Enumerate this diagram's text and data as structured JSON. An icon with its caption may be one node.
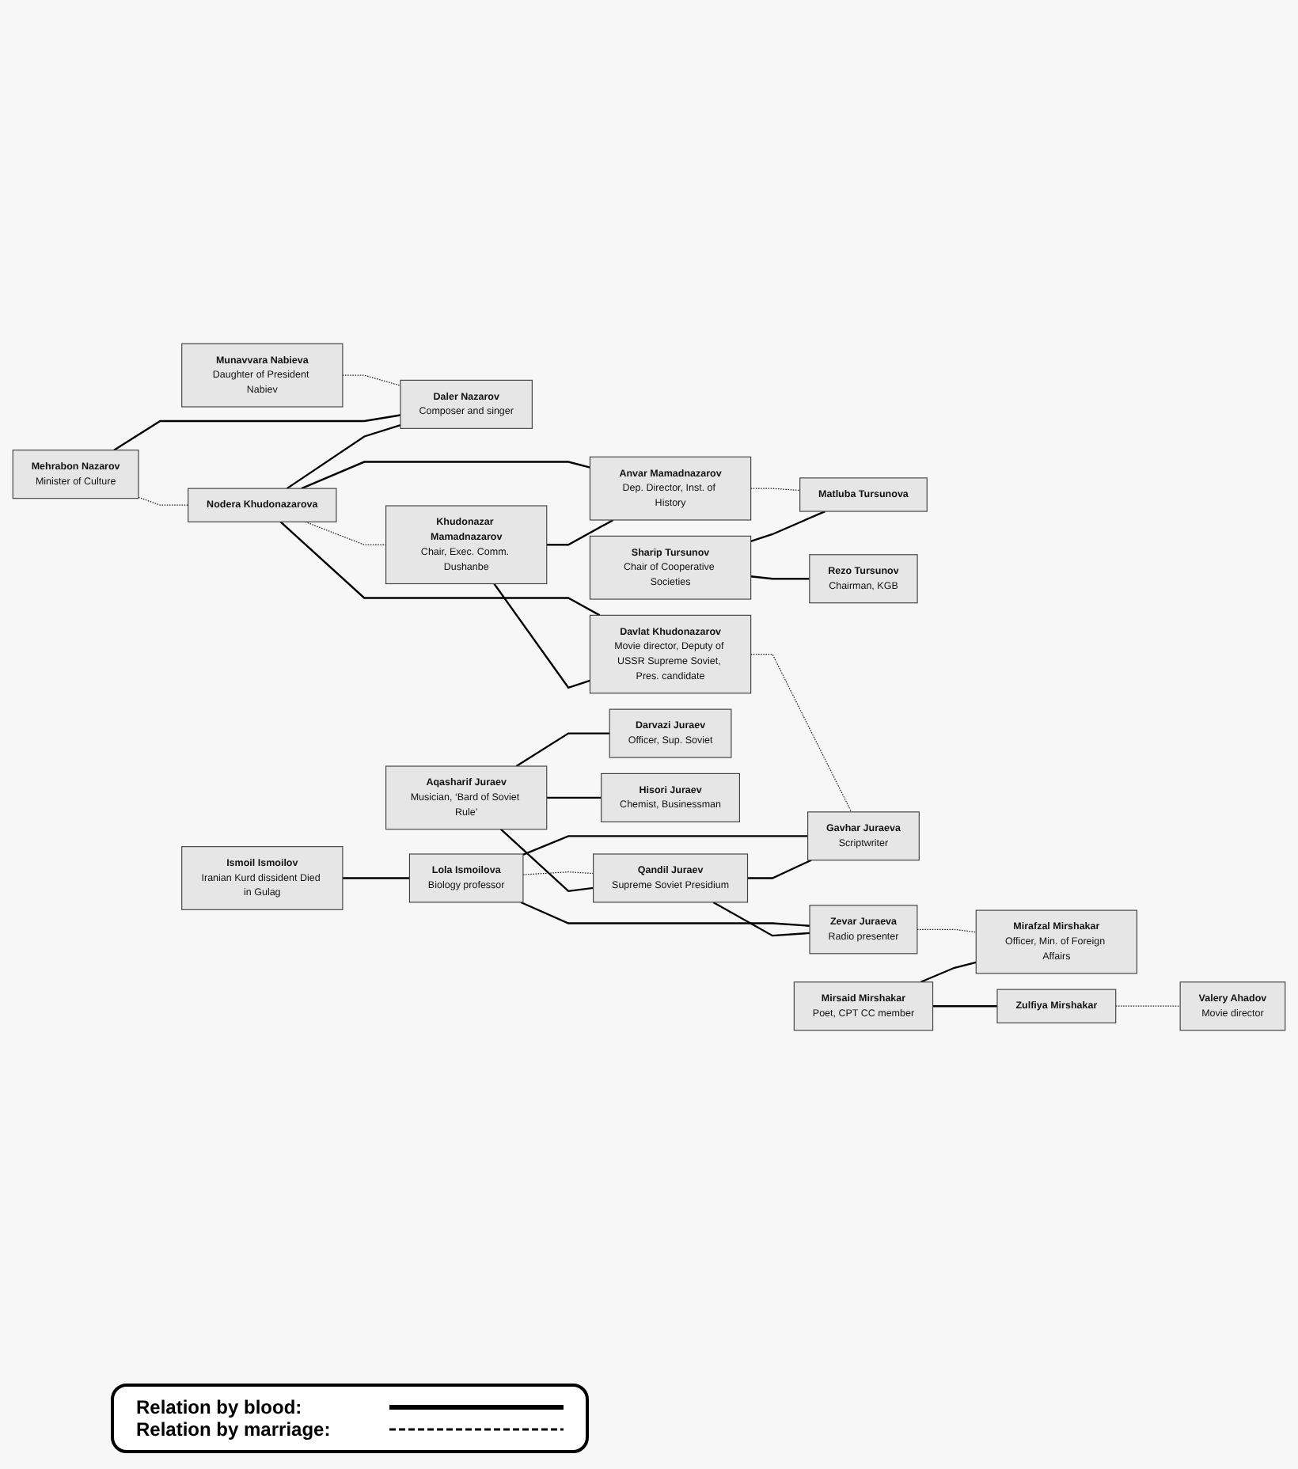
{
  "diagram": {
    "nodes": [
      {
        "text": [
          "Munavvara Nabieva",
          "Daughter of President Nabiev"
        ]
      },
      {
        "text": [
          "Mehrabon Nazarov",
          "Minister of Culture"
        ]
      },
      {
        "text": [
          "Daler Nazarov",
          "Composer and singer"
        ]
      },
      {
        "text": [
          "Nodera Khudonazarova"
        ]
      },
      {
        "text": [
          "Davlat Khudonazarov",
          "Movie director, Deputy of USSR Supreme Soviet, Pres. candidate"
        ]
      },
      {
        "text": [
          "Khudonazar Mamadnazarov",
          "Chair, Exec. Comm. Dushanbe"
        ]
      },
      {
        "text": [
          "Anvar Mamadnazarov",
          "Dep. Director, Inst. of History"
        ]
      },
      {
        "text": [
          "Sharip Tursunov",
          "Chair of Cooperative Societies"
        ]
      },
      {
        "text": [
          "Matluba Tursunova"
        ]
      },
      {
        "text": [
          "Rezo Tursunov",
          "Chairman, KGB"
        ]
      },
      {
        "text": [
          "Ismoil Ismoilov",
          "Iranian Kurd dissident Died in Gulag"
        ]
      },
      {
        "text": [
          "Lola Ismoilova",
          "Biology professor"
        ]
      },
      {
        "text": [
          "Gavhar Juraeva",
          "Scriptwriter"
        ]
      },
      {
        "text": [
          "Qandil Juraev",
          "Supreme Soviet Presidium"
        ]
      },
      {
        "text": [
          "Zevar Juraeva",
          "Radio presenter"
        ]
      },
      {
        "text": [
          "Aqasharif Juraev",
          "Musician, ‘Bard of Soviet Rule’"
        ]
      },
      {
        "text": [
          "Darvazi Juraev",
          "Officer, Sup. Soviet"
        ]
      },
      {
        "text": [
          "Hisori Juraev",
          "Chemist, Businessman"
        ]
      },
      {
        "text": [
          "Mirafzal Mirshakar",
          "Officer, Min. of Foreign Affairs"
        ]
      },
      {
        "text": [
          "Mirsaid Mirshakar",
          "Poet, CPT CC member"
        ]
      },
      {
        "text": [
          "Zulfiya Mirshakar"
        ]
      },
      {
        "text": [
          "Valery Ahadov",
          "Movie director"
        ]
      }
    ],
    "edges": [
      {
        "from": 0,
        "to": 2,
        "arrow": "none",
        "style": "dashed"
      },
      {
        "from": 1,
        "to": 3,
        "arrow": "none",
        "style": "dashed"
      },
      {
        "from": 1,
        "to": 2,
        "arrow": "none"
      },
      {
        "from": 3,
        "to": 2,
        "arrow": "none"
      },
      {
        "from": 3,
        "to": 5,
        "arrow": "none",
        "style": "dashed"
      },
      {
        "from": 3,
        "to": 4,
        "arrow": "none"
      },
      {
        "from": 3,
        "to": 6,
        "arrow": "none"
      },
      {
        "from": 5,
        "to": 4,
        "arrow": "none"
      },
      {
        "from": 5,
        "to": 6,
        "arrow": "none"
      },
      {
        "from": 6,
        "to": 8,
        "arrow": "none",
        "style": "dashed"
      },
      {
        "from": 7,
        "to": 8,
        "arrow": "none"
      },
      {
        "from": 7,
        "to": 9,
        "arrow": "none"
      },
      {
        "from": 4,
        "to": 12,
        "arrow": "none",
        "style": "dashed"
      },
      {
        "from": 10,
        "to": 11,
        "arrow": "none"
      },
      {
        "from": 11,
        "to": 13,
        "arrow": "none",
        "style": "dashed"
      },
      {
        "from": 11,
        "to": 12,
        "arrow": "none"
      },
      {
        "from": 11,
        "to": 14,
        "arrow": "none"
      },
      {
        "from": 13,
        "to": 12,
        "arrow": "none"
      },
      {
        "from": 13,
        "to": 14,
        "arrow": "none"
      },
      {
        "from": 15,
        "to": 13,
        "arrow": "none"
      },
      {
        "from": 15,
        "to": 16,
        "arrow": "none"
      },
      {
        "from": 15,
        "to": 17,
        "arrow": "none"
      },
      {
        "from": 14,
        "to": 18,
        "arrow": "none",
        "style": "dashed"
      },
      {
        "from": 19,
        "to": 18,
        "arrow": "none"
      },
      {
        "from": 19,
        "to": 20,
        "arrow": "none"
      },
      {
        "from": 20,
        "to": 21,
        "arrow": "none",
        "style": "dashed"
      }
    ],
    "legend": [
      {
        "text": "Relation by blood:"
      },
      {
        "text": "Relation by marriage:"
      }
    ]
  }
}
